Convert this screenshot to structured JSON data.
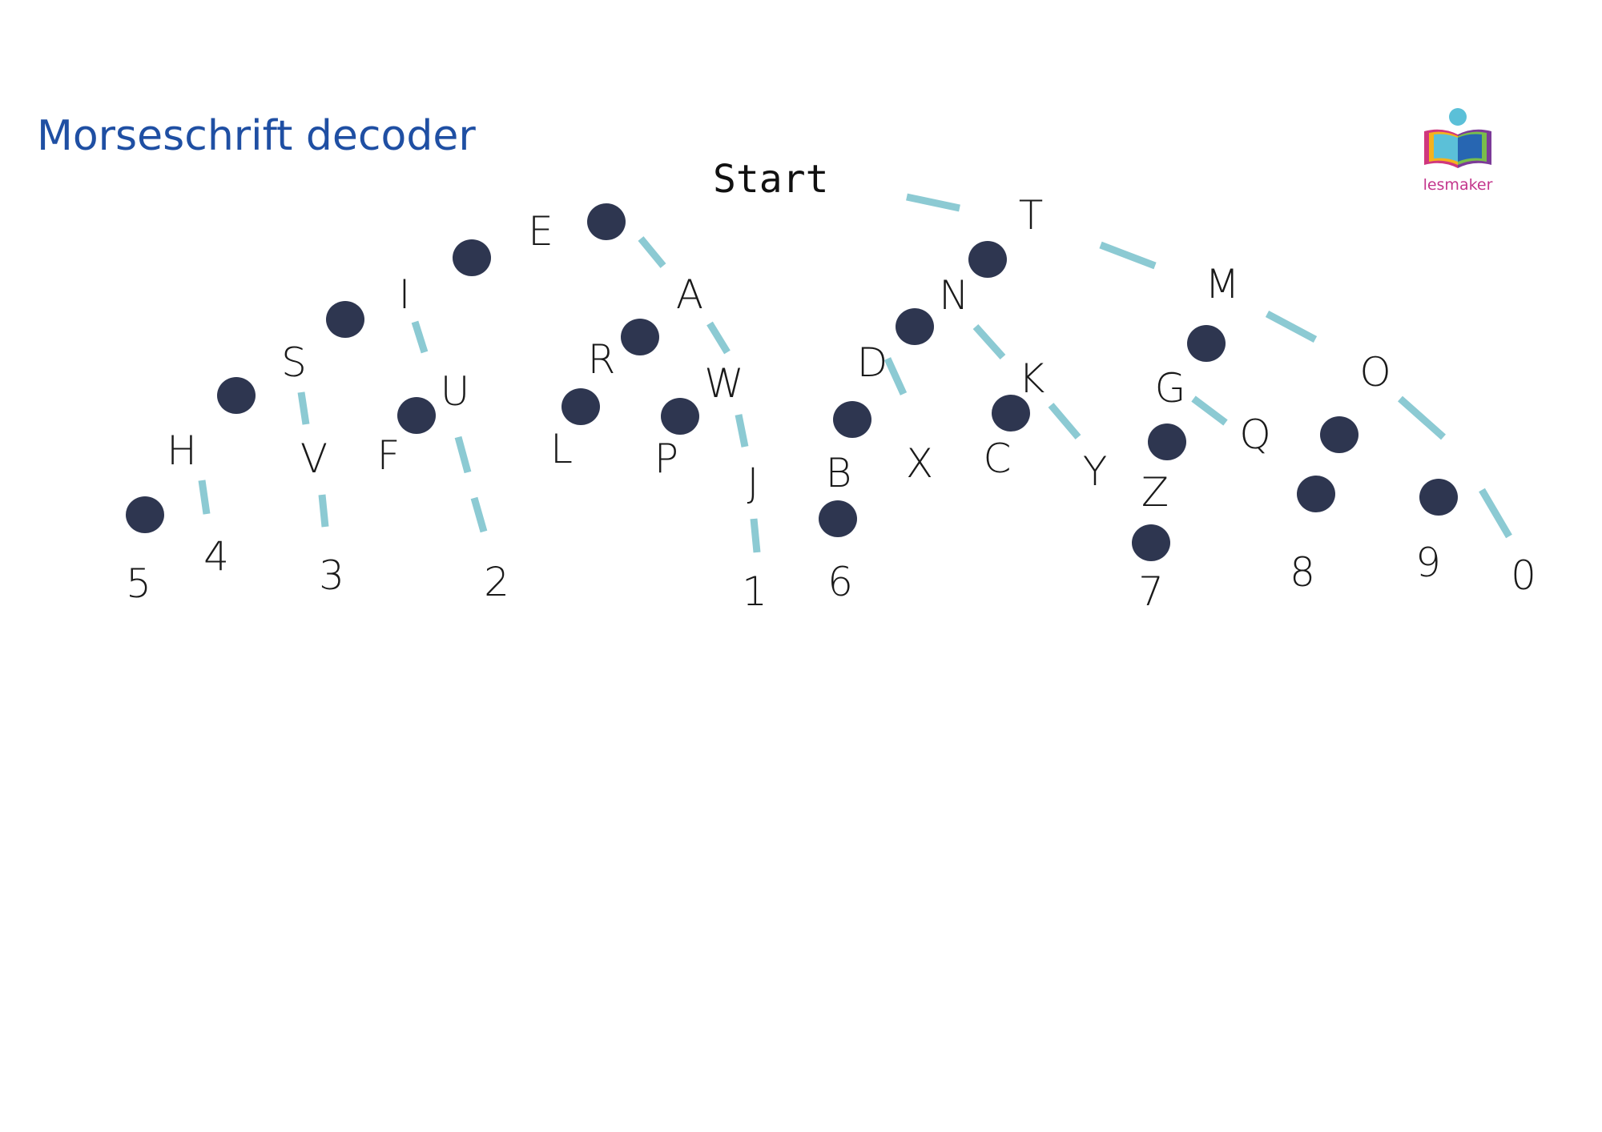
{
  "title": "Morseschrift decoder",
  "logo": {
    "text": "lesmaker",
    "colors": [
      "#d0377d",
      "#f5b21c",
      "#79be4b",
      "#5bc0d8",
      "#2766b2",
      "#7c3b98"
    ]
  },
  "diagram": {
    "start_label": "Start",
    "colors": {
      "dash": "#8ccad3",
      "dot": "#2e3650",
      "text": "#1a1a1a",
      "title": "#1f4fa3"
    },
    "labels": [
      "E",
      "T",
      "I",
      "A",
      "N",
      "M",
      "S",
      "U",
      "R",
      "W",
      "D",
      "K",
      "G",
      "O",
      "H",
      "V",
      "F",
      "L",
      "P",
      "J",
      "B",
      "X",
      "C",
      "Y",
      "Z",
      "Q",
      "5",
      "4",
      "3",
      "2",
      "1",
      "6",
      "7",
      "8",
      "9",
      "0"
    ]
  }
}
